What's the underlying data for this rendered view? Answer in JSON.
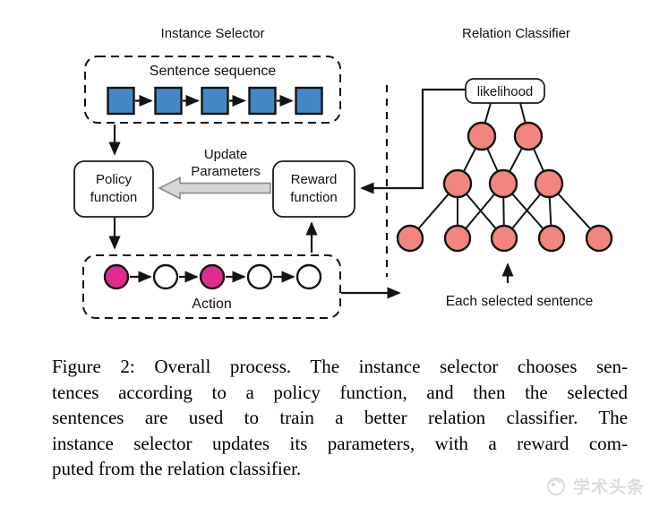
{
  "colors": {
    "ink": "#141414",
    "square_blue": "#4288C6",
    "selected_magenta": "#E12B8D",
    "classifier_salmon": "#F2867E",
    "arrow_gray_fill": "#D6D6D6",
    "arrow_gray_stroke": "#8F8F8F",
    "watermark_gray": "#DCDCDC"
  },
  "instance_selector": {
    "title": "Instance Selector",
    "sequence_box_label": "Sentence sequence",
    "sequence_node_count": 5,
    "policy_box_label": "Policy\nfunction",
    "update_arrow_label": "Update\nParameters",
    "reward_box_label": "Reward\nfunction",
    "action_box_label": "Action",
    "action_nodes": [
      "selected",
      "unselected",
      "selected",
      "unselected",
      "unselected"
    ]
  },
  "relation_classifier": {
    "title": "Relation Classifier",
    "output_label": "likelihood",
    "input_label": "Each selected sentence",
    "layer_sizes": [
      2,
      3,
      5
    ]
  },
  "caption": {
    "lines": [
      "Figure 2: Overall process. The instance selector chooses sen-",
      "tences according to a policy function, and then the selected",
      "sentences are used to train a better relation classifier. The",
      "instance selector updates its parameters, with a reward com-",
      "puted from the relation classifier."
    ]
  },
  "watermark": {
    "text": "学术头条"
  }
}
